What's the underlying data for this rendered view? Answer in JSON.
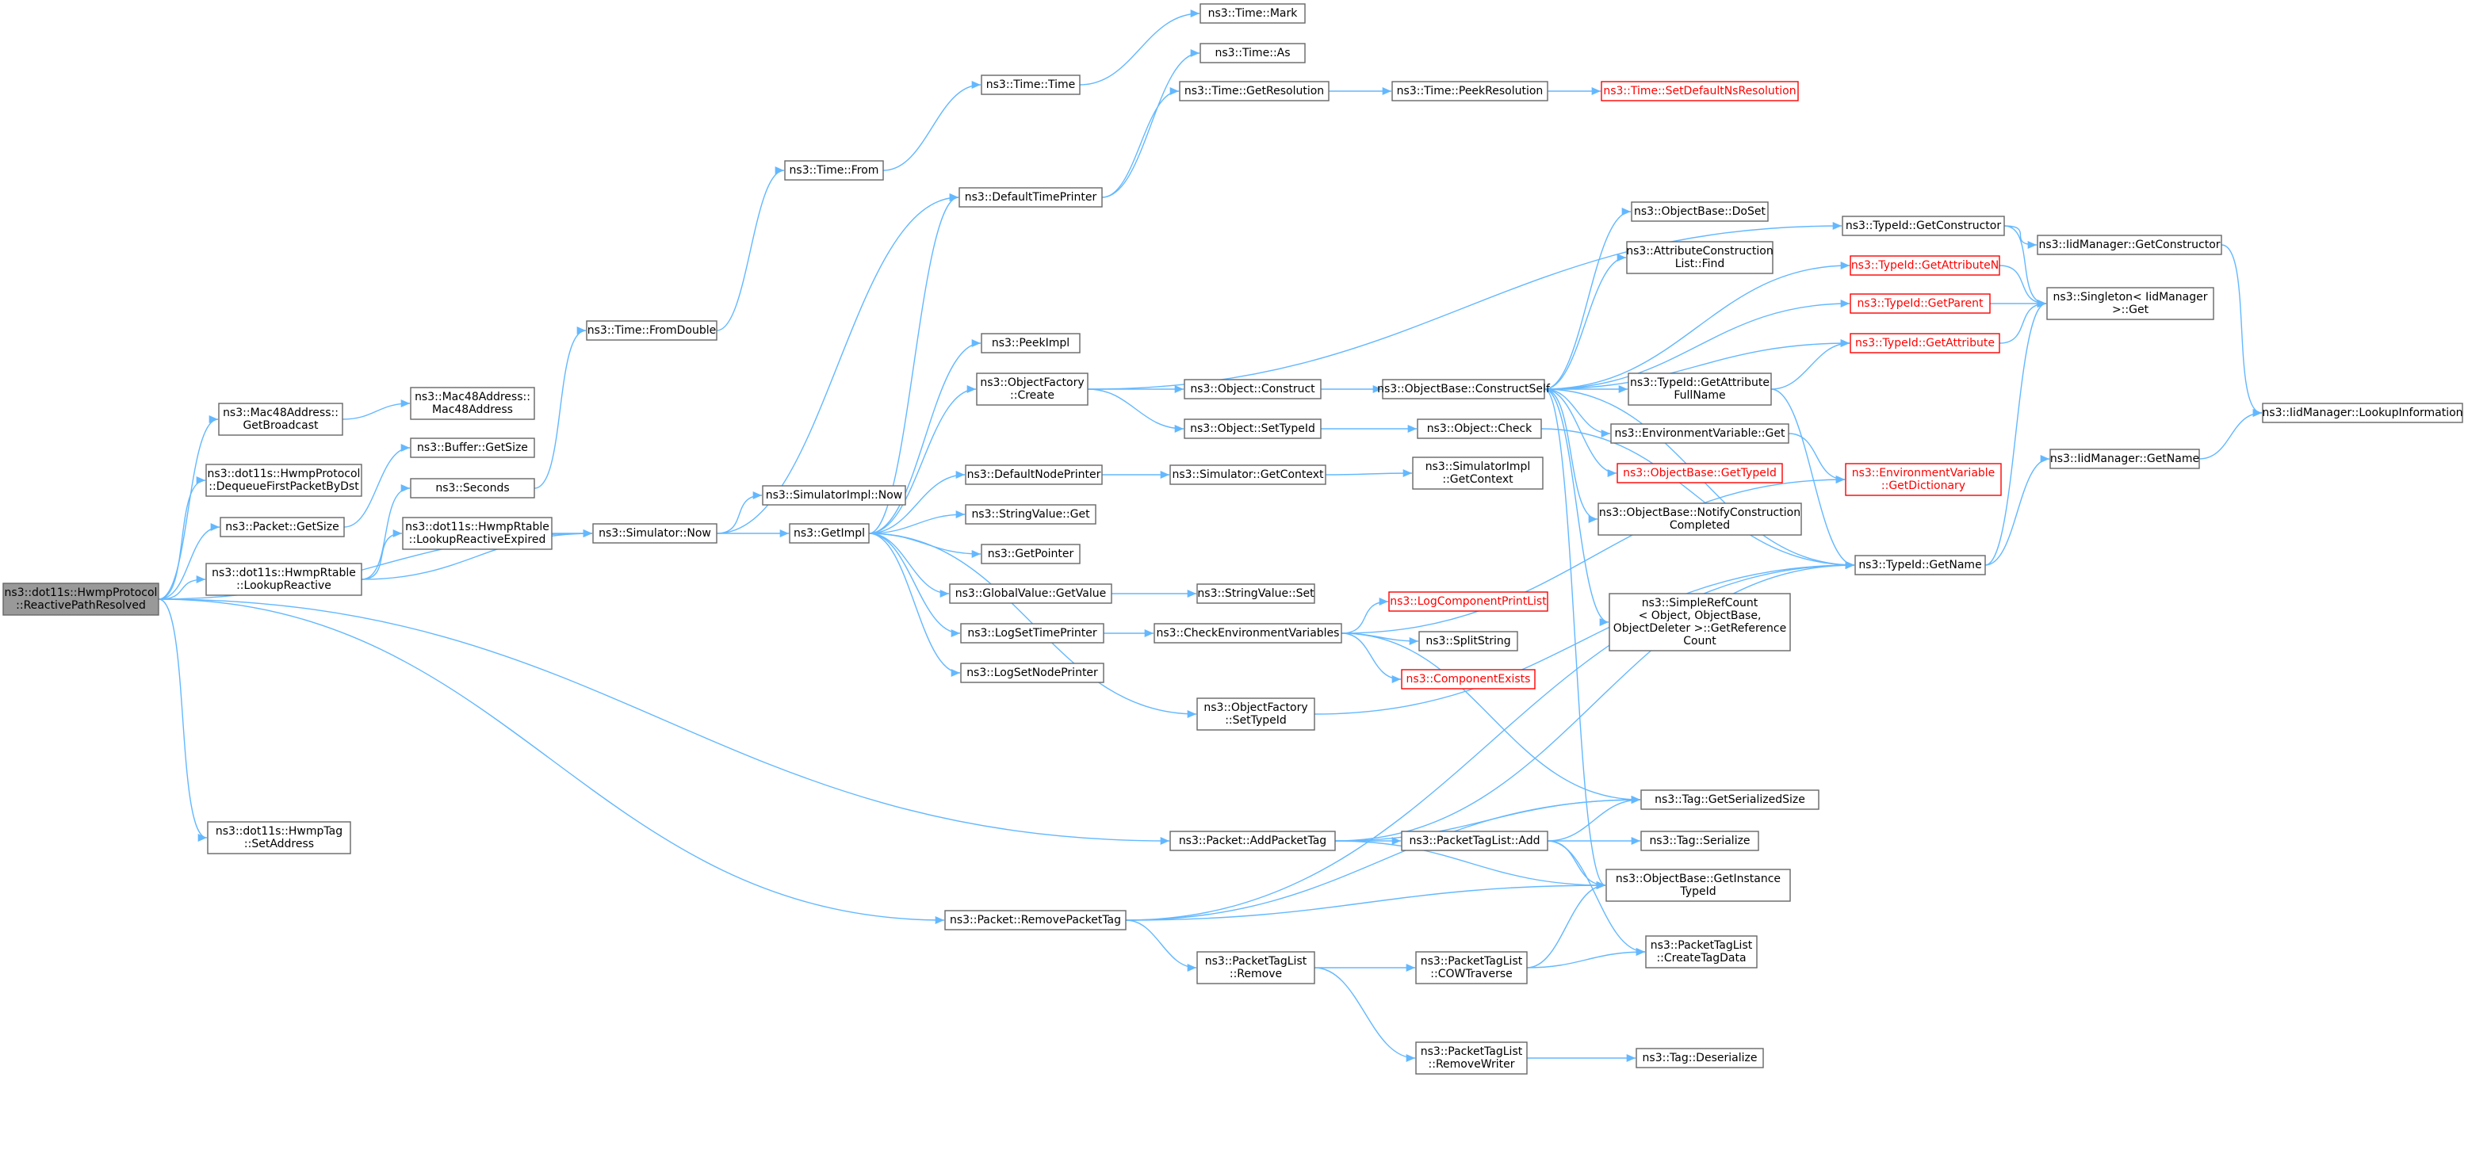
{
  "graph": {
    "nodes": [
      {
        "id": "root",
        "lines": [
          "ns3::dot11s::HwmpProtocol",
          "::ReactivePathResolved"
        ],
        "root": true
      },
      {
        "id": "mac_bcast",
        "lines": [
          "ns3::Mac48Address::",
          "GetBroadcast"
        ]
      },
      {
        "id": "mac_ctor",
        "lines": [
          "ns3::Mac48Address::",
          "Mac48Address"
        ]
      },
      {
        "id": "dequeue",
        "lines": [
          "ns3::dot11s::HwmpProtocol",
          "::DequeueFirstPacketByDst"
        ]
      },
      {
        "id": "pkt_getsize",
        "lines": [
          "ns3::Packet::GetSize"
        ]
      },
      {
        "id": "buf_getsize",
        "lines": [
          "ns3::Buffer::GetSize"
        ]
      },
      {
        "id": "seconds",
        "lines": [
          "ns3::Seconds"
        ]
      },
      {
        "id": "fromdouble",
        "lines": [
          "ns3::Time::FromDouble"
        ]
      },
      {
        "id": "from",
        "lines": [
          "ns3::Time::From"
        ]
      },
      {
        "id": "time",
        "lines": [
          "ns3::Time::Time"
        ]
      },
      {
        "id": "mark",
        "lines": [
          "ns3::Time::Mark"
        ]
      },
      {
        "id": "as",
        "lines": [
          "ns3::Time::As"
        ]
      },
      {
        "id": "getres",
        "lines": [
          "ns3::Time::GetResolution"
        ]
      },
      {
        "id": "peekres",
        "lines": [
          "ns3::Time::PeekResolution"
        ]
      },
      {
        "id": "setdef",
        "lines": [
          "ns3::Time::SetDefaultNsResolution"
        ],
        "red": true
      },
      {
        "id": "deftp",
        "lines": [
          "ns3::DefaultTimePrinter"
        ]
      },
      {
        "id": "lookupreactive",
        "lines": [
          "ns3::dot11s::HwmpRtable",
          "::LookupReactive"
        ]
      },
      {
        "id": "lookupexpired",
        "lines": [
          "ns3::dot11s::HwmpRtable",
          "::LookupReactiveExpired"
        ]
      },
      {
        "id": "simnow",
        "lines": [
          "ns3::Simulator::Now"
        ]
      },
      {
        "id": "simimplnow",
        "lines": [
          "ns3::SimulatorImpl::Now"
        ]
      },
      {
        "id": "getimpl",
        "lines": [
          "ns3::GetImpl"
        ]
      },
      {
        "id": "peekimpl",
        "lines": [
          "ns3::PeekImpl"
        ]
      },
      {
        "id": "ofcreate",
        "lines": [
          "ns3::ObjectFactory",
          "::Create"
        ]
      },
      {
        "id": "objconstruct",
        "lines": [
          "ns3::Object::Construct"
        ]
      },
      {
        "id": "objsettypeid",
        "lines": [
          "ns3::Object::SetTypeId"
        ]
      },
      {
        "id": "constructself",
        "lines": [
          "ns3::ObjectBase::ConstructSelf"
        ]
      },
      {
        "id": "objcheck",
        "lines": [
          "ns3::Object::Check"
        ]
      },
      {
        "id": "doset",
        "lines": [
          "ns3::ObjectBase::DoSet"
        ]
      },
      {
        "id": "acfind",
        "lines": [
          "ns3::AttributeConstruction",
          "List::Find"
        ]
      },
      {
        "id": "getattrfull",
        "lines": [
          "ns3::TypeId::GetAttribute",
          "FullName"
        ]
      },
      {
        "id": "envget",
        "lines": [
          "ns3::EnvironmentVariable::Get"
        ]
      },
      {
        "id": "obgettypeid",
        "lines": [
          "ns3::ObjectBase::GetTypeId"
        ],
        "red": true
      },
      {
        "id": "notifycc",
        "lines": [
          "ns3::ObjectBase::NotifyConstruction",
          "Completed"
        ]
      },
      {
        "id": "simplerc",
        "lines": [
          "ns3::SimpleRefCount",
          "< Object, ObjectBase,",
          "ObjectDeleter >::GetReference",
          "Count"
        ]
      },
      {
        "id": "getconstructor",
        "lines": [
          "ns3::TypeId::GetConstructor"
        ]
      },
      {
        "id": "getattrn",
        "lines": [
          "ns3::TypeId::GetAttributeN"
        ],
        "red": true
      },
      {
        "id": "getparent",
        "lines": [
          "ns3::TypeId::GetParent"
        ],
        "red": true
      },
      {
        "id": "getattr",
        "lines": [
          "ns3::TypeId::GetAttribute"
        ],
        "red": true
      },
      {
        "id": "iidgetctor",
        "lines": [
          "ns3::IidManager::GetConstructor"
        ]
      },
      {
        "id": "singleton",
        "lines": [
          "ns3::Singleton< IidManager",
          ">::Get"
        ]
      },
      {
        "id": "lookupinfo",
        "lines": [
          "ns3::IidManager::LookupInformation"
        ]
      },
      {
        "id": "iidgetname",
        "lines": [
          "ns3::IidManager::GetName"
        ]
      },
      {
        "id": "envdict",
        "lines": [
          "ns3::EnvironmentVariable",
          "::GetDictionary"
        ],
        "red": true
      },
      {
        "id": "tidgetname",
        "lines": [
          "ns3::TypeId::GetName"
        ]
      },
      {
        "id": "defnp",
        "lines": [
          "ns3::DefaultNodePrinter"
        ]
      },
      {
        "id": "simgetctx",
        "lines": [
          "ns3::Simulator::GetContext"
        ]
      },
      {
        "id": "simimplctx",
        "lines": [
          "ns3::SimulatorImpl",
          "::GetContext"
        ]
      },
      {
        "id": "svget",
        "lines": [
          "ns3::StringValue::Get"
        ]
      },
      {
        "id": "getpointer",
        "lines": [
          "ns3::GetPointer"
        ]
      },
      {
        "id": "gvgetvalue",
        "lines": [
          "ns3::GlobalValue::GetValue"
        ]
      },
      {
        "id": "svset",
        "lines": [
          "ns3::StringValue::Set"
        ]
      },
      {
        "id": "logsettp",
        "lines": [
          "ns3::LogSetTimePrinter"
        ]
      },
      {
        "id": "checkenv",
        "lines": [
          "ns3::CheckEnvironmentVariables"
        ]
      },
      {
        "id": "logcpl",
        "lines": [
          "ns3::LogComponentPrintList"
        ],
        "red": true
      },
      {
        "id": "splitstring",
        "lines": [
          "ns3::SplitString"
        ]
      },
      {
        "id": "compexists",
        "lines": [
          "ns3::ComponentExists"
        ],
        "red": true
      },
      {
        "id": "logsetnp",
        "lines": [
          "ns3::LogSetNodePrinter"
        ]
      },
      {
        "id": "ofsettypeid",
        "lines": [
          "ns3::ObjectFactory",
          "::SetTypeId"
        ]
      },
      {
        "id": "hwmptag",
        "lines": [
          "ns3::dot11s::HwmpTag",
          "::SetAddress"
        ]
      },
      {
        "id": "addpkttag",
        "lines": [
          "ns3::Packet::AddPacketTag"
        ]
      },
      {
        "id": "ptladd",
        "lines": [
          "ns3::PacketTagList::Add"
        ]
      },
      {
        "id": "taggetss",
        "lines": [
          "ns3::Tag::GetSerializedSize"
        ]
      },
      {
        "id": "tagserialize",
        "lines": [
          "ns3::Tag::Serialize"
        ]
      },
      {
        "id": "getinstance",
        "lines": [
          "ns3::ObjectBase::GetInstance",
          "TypeId"
        ]
      },
      {
        "id": "removepkttag",
        "lines": [
          "ns3::Packet::RemovePacketTag"
        ]
      },
      {
        "id": "ptlremove",
        "lines": [
          "ns3::PacketTagList",
          "::Remove"
        ]
      },
      {
        "id": "ptlcow",
        "lines": [
          "ns3::PacketTagList",
          "::COWTraverse"
        ]
      },
      {
        "id": "ptlcreate",
        "lines": [
          "ns3::PacketTagList",
          "::CreateTagData"
        ]
      },
      {
        "id": "ptlremovewriter",
        "lines": [
          "ns3::PacketTagList",
          "::RemoveWriter"
        ]
      },
      {
        "id": "tagdeser",
        "lines": [
          "ns3::Tag::Deserialize"
        ]
      }
    ],
    "edges": [
      [
        "root",
        "mac_bcast"
      ],
      [
        "root",
        "dequeue"
      ],
      [
        "root",
        "pkt_getsize"
      ],
      [
        "root",
        "lookupreactive"
      ],
      [
        "root",
        "simnow"
      ],
      [
        "root",
        "hwmptag"
      ],
      [
        "root",
        "addpkttag"
      ],
      [
        "root",
        "removepkttag"
      ],
      [
        "mac_bcast",
        "mac_ctor"
      ],
      [
        "pkt_getsize",
        "buf_getsize"
      ],
      [
        "lookupreactive",
        "seconds"
      ],
      [
        "lookupreactive",
        "lookupexpired"
      ],
      [
        "lookupreactive",
        "simnow"
      ],
      [
        "seconds",
        "fromdouble"
      ],
      [
        "fromdouble",
        "from"
      ],
      [
        "from",
        "time"
      ],
      [
        "time",
        "mark"
      ],
      [
        "lookupexpired",
        "simnow"
      ],
      [
        "simnow",
        "simimplnow"
      ],
      [
        "simnow",
        "getimpl"
      ],
      [
        "simnow",
        "deftp"
      ],
      [
        "deftp",
        "as"
      ],
      [
        "deftp",
        "getres"
      ],
      [
        "getres",
        "peekres"
      ],
      [
        "peekres",
        "setdef"
      ],
      [
        "getimpl",
        "deftp"
      ],
      [
        "getimpl",
        "peekimpl"
      ],
      [
        "getimpl",
        "ofcreate"
      ],
      [
        "getimpl",
        "defnp"
      ],
      [
        "getimpl",
        "svget"
      ],
      [
        "getimpl",
        "getpointer"
      ],
      [
        "getimpl",
        "gvgetvalue"
      ],
      [
        "getimpl",
        "logsettp"
      ],
      [
        "getimpl",
        "logsetnp"
      ],
      [
        "getimpl",
        "ofsettypeid"
      ],
      [
        "ofcreate",
        "objconstruct"
      ],
      [
        "ofcreate",
        "objsettypeid"
      ],
      [
        "ofcreate",
        "getconstructor"
      ],
      [
        "objconstruct",
        "constructself"
      ],
      [
        "objsettypeid",
        "objcheck"
      ],
      [
        "constructself",
        "doset"
      ],
      [
        "constructself",
        "acfind"
      ],
      [
        "constructself",
        "getattrn"
      ],
      [
        "constructself",
        "getparent"
      ],
      [
        "constructself",
        "getattr"
      ],
      [
        "constructself",
        "getattrfull"
      ],
      [
        "constructself",
        "envget"
      ],
      [
        "constructself",
        "obgettypeid"
      ],
      [
        "constructself",
        "notifycc"
      ],
      [
        "constructself",
        "simplerc"
      ],
      [
        "constructself",
        "tidgetname"
      ],
      [
        "constructself",
        "getinstance"
      ],
      [
        "getattrfull",
        "getattr"
      ],
      [
        "getattrfull",
        "tidgetname"
      ],
      [
        "envget",
        "envdict"
      ],
      [
        "getconstructor",
        "iidgetctor"
      ],
      [
        "getconstructor",
        "singleton"
      ],
      [
        "getattrn",
        "singleton"
      ],
      [
        "getparent",
        "singleton"
      ],
      [
        "getattr",
        "singleton"
      ],
      [
        "iidgetctor",
        "lookupinfo"
      ],
      [
        "iidgetname",
        "lookupinfo"
      ],
      [
        "tidgetname",
        "iidgetname"
      ],
      [
        "tidgetname",
        "singleton"
      ],
      [
        "defnp",
        "simgetctx"
      ],
      [
        "simgetctx",
        "simimplctx"
      ],
      [
        "gvgetvalue",
        "svset"
      ],
      [
        "logsettp",
        "checkenv"
      ],
      [
        "checkenv",
        "logcpl"
      ],
      [
        "checkenv",
        "splitstring"
      ],
      [
        "checkenv",
        "compexists"
      ],
      [
        "checkenv",
        "envdict"
      ],
      [
        "checkenv",
        "taggetss"
      ],
      [
        "ofsettypeid",
        "tidgetname"
      ],
      [
        "addpkttag",
        "ptladd"
      ],
      [
        "addpkttag",
        "taggetss"
      ],
      [
        "addpkttag",
        "getinstance"
      ],
      [
        "addpkttag",
        "tidgetname"
      ],
      [
        "ptladd",
        "taggetss"
      ],
      [
        "ptladd",
        "tagserialize"
      ],
      [
        "ptladd",
        "getinstance"
      ],
      [
        "ptladd",
        "ptlcreate"
      ],
      [
        "removepkttag",
        "ptlremove"
      ],
      [
        "removepkttag",
        "taggetss"
      ],
      [
        "removepkttag",
        "getinstance"
      ],
      [
        "removepkttag",
        "tidgetname"
      ],
      [
        "ptlremove",
        "ptlcow"
      ],
      [
        "ptlremove",
        "ptlremovewriter"
      ],
      [
        "ptlcow",
        "getinstance"
      ],
      [
        "ptlcow",
        "ptlcreate"
      ],
      [
        "ptlremovewriter",
        "tagdeser"
      ],
      [
        "objcheck",
        "tidgetname"
      ]
    ]
  }
}
